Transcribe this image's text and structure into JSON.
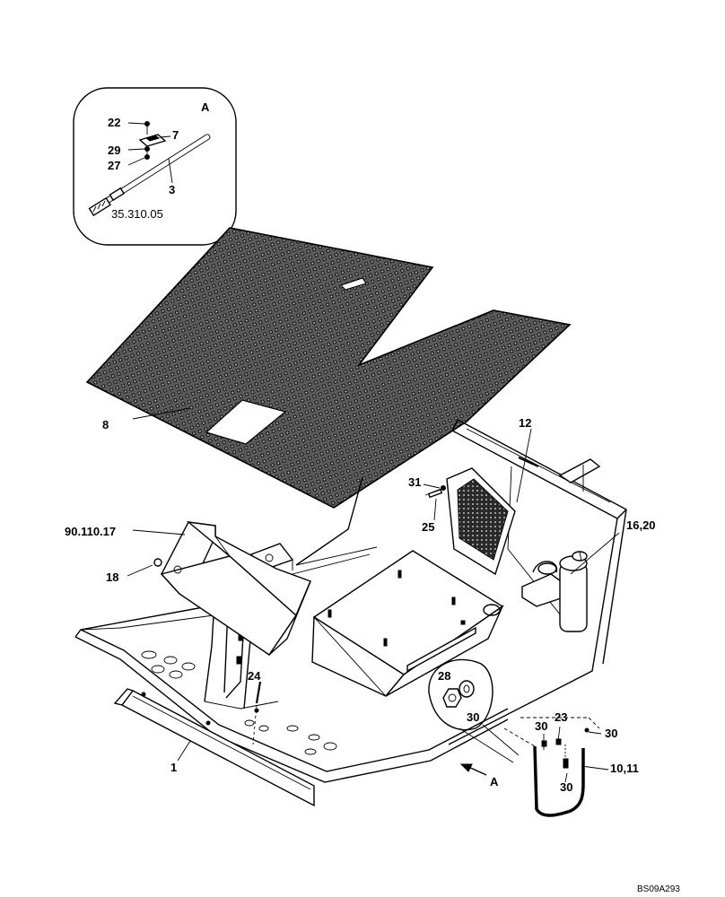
{
  "detail_a": {
    "view_letter": "A",
    "ref_code": "35.310.05",
    "callouts": [
      "22",
      "7",
      "29",
      "27",
      "3"
    ]
  },
  "callouts": {
    "c8": "8",
    "c12": "12",
    "c31": "31",
    "c25": "25",
    "c90": "90.110.17",
    "c18": "18",
    "c16": "16,20",
    "c24": "24",
    "c28": "28",
    "c30a": "30",
    "c30b": "30",
    "c23": "23",
    "c30c": "30",
    "c30d": "30",
    "c1011": "10,11",
    "c1": "1",
    "arrow_a": "A"
  },
  "drawing_id": "BS09A293"
}
